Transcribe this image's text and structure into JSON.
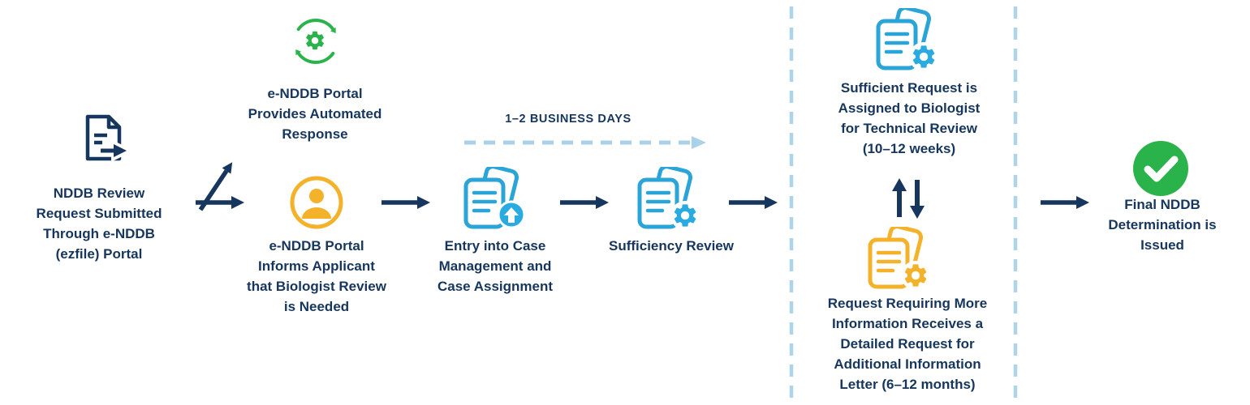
{
  "steps": {
    "submit": {
      "label": "NDDB Review\nRequest Submitted\nThrough e-NDDB\n(ezfile) Portal",
      "icon": "document-arrow-icon"
    },
    "automated_response": {
      "label": "e-NDDB Portal\nProvides Automated\nResponse",
      "icon": "automated-gear-cycle-icon"
    },
    "informs_applicant": {
      "label": "e-NDDB Portal\nInforms Applicant\nthat Biologist Review\nis Needed",
      "icon": "person-icon"
    },
    "case_entry": {
      "label": "Entry into Case\nManagement and\nCase Assignment",
      "icon": "documents-upload-icon"
    },
    "sufficiency_review": {
      "label": "Sufficiency Review",
      "icon": "documents-gear-icon"
    },
    "technical_review": {
      "label": "Sufficient Request is\nAssigned to Biologist\nfor Technical Review\n(10–12 weeks)",
      "icon": "documents-gear-icon"
    },
    "more_information": {
      "label": "Request Requiring More\nInformation Receives a\nDetailed Request for\nAdditional Information\nLetter (6–12 months)",
      "icon": "documents-gear-yellow-icon"
    },
    "final_determination": {
      "label": "Final NDDB\nDetermination is\nIssued",
      "icon": "check-circle-icon"
    }
  },
  "annotations": {
    "duration_label": "1–2 BUSINESS DAYS"
  },
  "colors": {
    "navy": "#16365d",
    "green": "#2bb34b",
    "yellow": "#f3b229",
    "cyan": "#29abe2",
    "doc_outline_blue": "#2ba4d8",
    "dashed_divider": "#aed4e8",
    "dashed_arrow": "#a9d2ea"
  }
}
